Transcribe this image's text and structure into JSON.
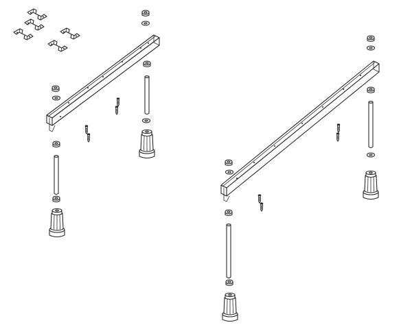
{
  "diagram": {
    "kind": "assembly-exploded-view",
    "line_color": "#2a2a2a",
    "background": "#ffffff",
    "components": [
      "mounting-clip",
      "channel-rail",
      "threaded-rod",
      "nut",
      "washer",
      "adjustable-foot",
      "screw"
    ],
    "set_count": 2
  }
}
